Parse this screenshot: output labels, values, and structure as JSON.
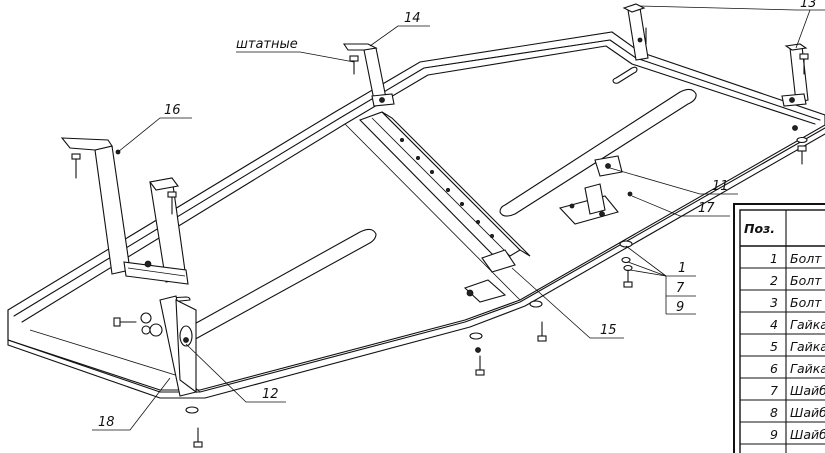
{
  "callouts": {
    "c1": "1",
    "c7": "7",
    "c9": "9",
    "c11": "11",
    "c12": "12",
    "c13": "13",
    "c14": "14",
    "c15": "15",
    "c16": "16",
    "c17": "17",
    "c18": "18",
    "standard": "штатные"
  },
  "parts_table": {
    "header": "Поз.",
    "rows": [
      {
        "pos": "1",
        "name": "Болт"
      },
      {
        "pos": "2",
        "name": "Болт"
      },
      {
        "pos": "3",
        "name": "Болт"
      },
      {
        "pos": "4",
        "name": "Гайка"
      },
      {
        "pos": "5",
        "name": "Гайка"
      },
      {
        "pos": "6",
        "name": "Гайка"
      },
      {
        "pos": "7",
        "name": "Шайба"
      },
      {
        "pos": "8",
        "name": "Шайба"
      },
      {
        "pos": "9",
        "name": "Шайба"
      }
    ]
  }
}
